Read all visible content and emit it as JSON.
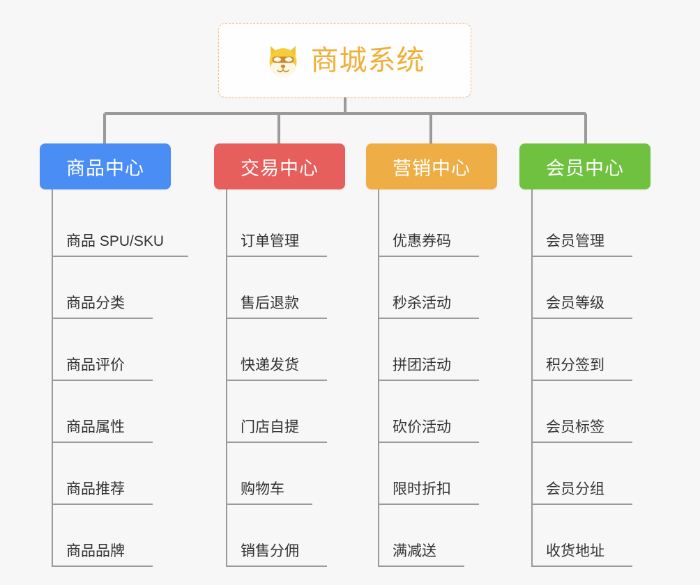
{
  "page": {
    "background_color": "#f7f7f7",
    "type": "mind-map"
  },
  "root": {
    "title": "商城系统",
    "icon": "shiba-dog-face-emoji",
    "text_color": "#efb038",
    "border_color": "#efc27b",
    "background_color": "#fefefe"
  },
  "connector": {
    "color": "#9a9a9a"
  },
  "branches": [
    {
      "label": "商品中心",
      "color": "#4a8df5",
      "items": [
        "商品 SPU/SKU",
        "商品分类",
        "商品评价",
        "商品属性",
        "商品推荐",
        "商品品牌"
      ]
    },
    {
      "label": "交易中心",
      "color": "#e75f5c",
      "items": [
        "订单管理",
        "售后退款",
        "快递发货",
        "门店自提",
        "购物车",
        "销售分佣"
      ]
    },
    {
      "label": "营销中心",
      "color": "#eead45",
      "items": [
        "优惠券码",
        "秒杀活动",
        "拼团活动",
        "砍价活动",
        "限时折扣",
        "满减送"
      ]
    },
    {
      "label": "会员中心",
      "color": "#6fc13f",
      "items": [
        "会员管理",
        "会员等级",
        "积分签到",
        "会员标签",
        "会员分组",
        "收货地址"
      ]
    }
  ]
}
